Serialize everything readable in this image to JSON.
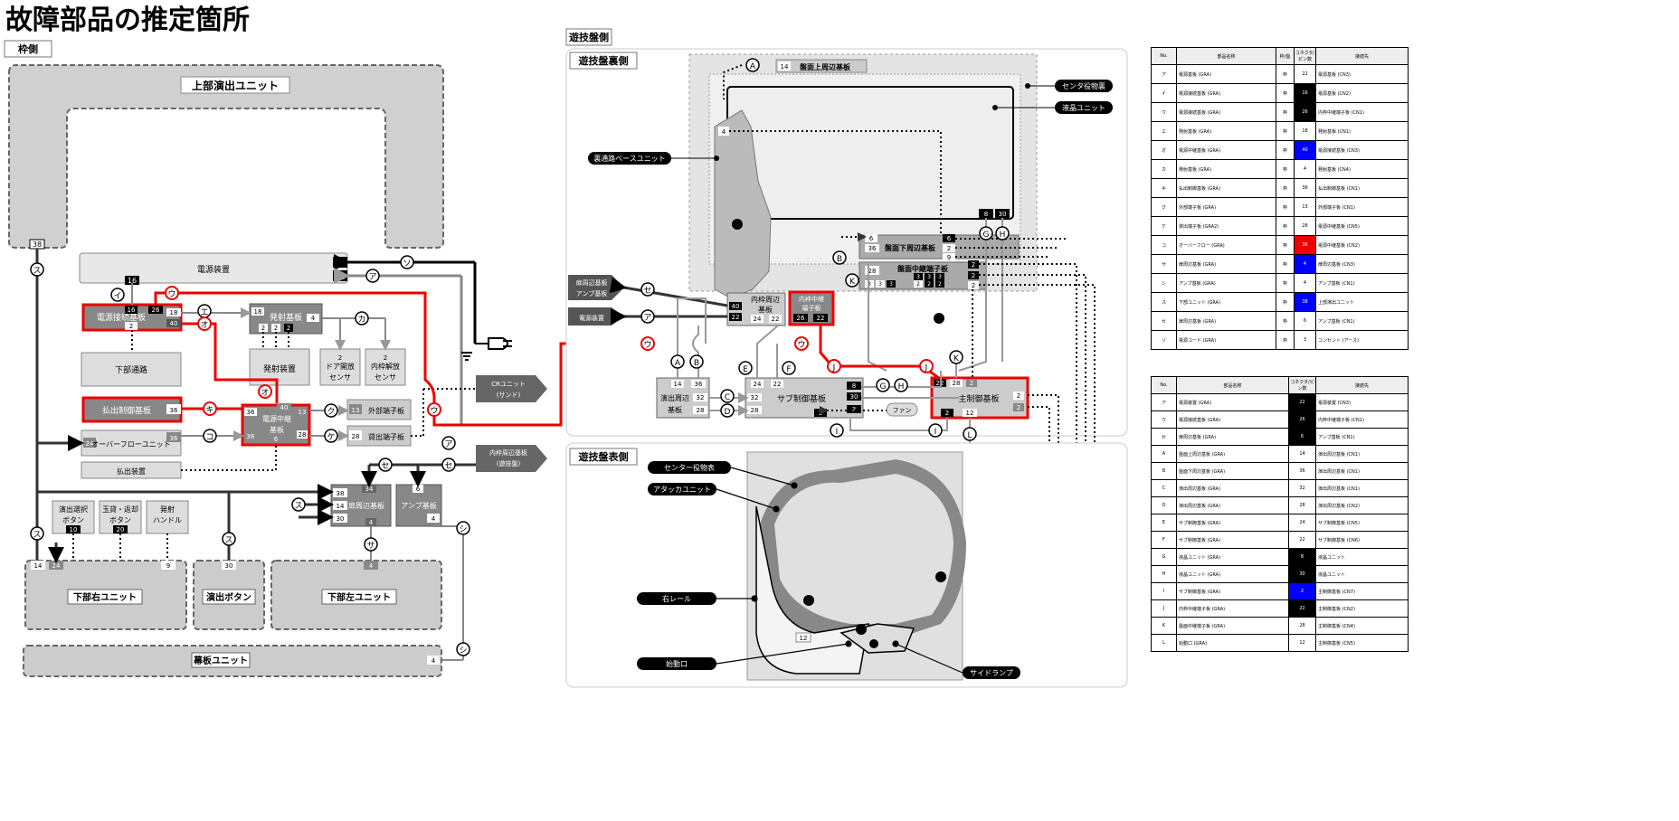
{
  "title": "故障部品の推定箇所",
  "sections": {
    "waku": "枠側",
    "yugiban": "遊技盤側",
    "ura": "遊技盤裏側",
    "omote": "遊技盤表側"
  },
  "units": {
    "top": "上部演出ユニット",
    "power": "電源装置",
    "pw_conn": "電源接続基板",
    "shoot": "発射基板",
    "shoot_dev": "発射装置",
    "door_sensor": "ドア開放センサ",
    "inner_sensor": "内枠開放センサ",
    "lower_path": "下部通路",
    "payout_ctrl": "払出制御基板",
    "pw_relay": "電源中継基板",
    "ext_term": "外部端子板",
    "lend_term": "貸出端子板",
    "overflow": "オーバーフローユニット",
    "payout_dev": "払出装置",
    "cr": "CRユニット(サンド)",
    "inner_periph": "内枠周辺基板(遊技盤)",
    "door_periph": "扉周辺基板",
    "amp": "アンプ基板",
    "sel_btn": "演出選択ボタン",
    "ball_btn": "玉貸・返却ボタン",
    "handle": "発射ハンドル",
    "lower_right": "下部右ユニット",
    "effect_btn": "演出ボタン",
    "lower_left": "下部左ユニット",
    "curtain": "幕板ユニット",
    "board_top": "盤面上周辺基板",
    "center_role": "センタ役物裏",
    "lcd": "液晶ユニット",
    "back_path": "裏通路ベースユニット",
    "door_amp": "扉周辺基板アンプ基板",
    "power2": "電源装置",
    "inner_board": "内枠周辺基板",
    "inner_relay": "内枠中継端子板",
    "board_lower": "盤面下周辺基板",
    "board_relay": "盤面中継端子板",
    "effect_periph": "演出周辺基板",
    "sub_ctrl": "サブ制御基板",
    "main_ctrl": "主制御基板",
    "fan": "ファン",
    "front_center": "センター役物表",
    "attacker": "アタッカユニット",
    "right_rail": "右レール",
    "start": "始動口",
    "side_lamp": "サイドランプ"
  },
  "pins": {
    "p38": "38",
    "p3": "3",
    "p22": "22",
    "p16a": "16",
    "p16b": "16",
    "p26": "26",
    "p18a": "18",
    "p40a": "40",
    "p2": "2",
    "p18b": "18",
    "p4": "4",
    "s1": "2",
    "s2": "2",
    "s3": "2",
    "s4": "2",
    "s5": "2",
    "p36a": "36",
    "p40b": "40",
    "p13a": "13",
    "p36b": "36",
    "p36c": "36",
    "p28": "28",
    "p6": "6",
    "p13b": "13",
    "p28b": "28",
    "p24": "24",
    "p36d": "36",
    "p34": "34",
    "p38b": "38",
    "p14": "14",
    "p30": "30",
    "p4b": "4",
    "p6b": "6",
    "p4c": "4",
    "p10": "10",
    "p20": "20",
    "p14b": "14",
    "p24b": "24",
    "p9": "9",
    "p30b": "30",
    "p4d": "4",
    "p4e": "4",
    "q14": "14",
    "q4": "4",
    "q8": "8",
    "q30": "30",
    "q6": "6",
    "q36": "36",
    "q2a": "2",
    "q9": "9",
    "q28": "28",
    "q3a": "3",
    "q3b": "3",
    "q3c": "3",
    "q2b": "2",
    "q2c": "2",
    "q2d": "2",
    "q40": "40",
    "q22": "22",
    "q24": "24",
    "q22b": "22",
    "q26": "26",
    "q22c": "22",
    "q14b": "14",
    "q36b": "36",
    "q32": "32",
    "q28b": "28",
    "q24b": "24",
    "q22d": "22",
    "q32b": "32",
    "q28c": "28",
    "q8b": "8",
    "q30b": "30",
    "q3d": "3",
    "q2e": "2",
    "q22e": "22",
    "q28d": "28",
    "q2f": "2",
    "q2g": "2",
    "q2h": "2",
    "q2i": "2",
    "q12": "12",
    "q12b": "12"
  },
  "labels": {
    "a": "ア",
    "i": "イ",
    "u": "ウ",
    "e": "エ",
    "o": "オ",
    "ka": "カ",
    "ki": "キ",
    "ku": "ク",
    "ke": "ケ",
    "ko": "コ",
    "sa": "サ",
    "shi": "シ",
    "su": "ス",
    "se": "セ",
    "so": "ソ",
    "A": "A",
    "B": "B",
    "C": "C",
    "D": "D",
    "E": "E",
    "F": "F",
    "G": "G",
    "H": "H",
    "I": "I",
    "J": "J",
    "K": "K",
    "L": "L"
  },
  "table1": {
    "headers": [
      "No.",
      "部品名称",
      "枠/盤",
      "コネクタ/ピン数",
      "接続先"
    ],
    "rows": [
      [
        "ア",
        "電源基板 (GRA)",
        "枠",
        "22",
        "電源基板 (CN3)"
      ],
      [
        "イ",
        "電源接続基板 (GRA)",
        "枠",
        "16",
        "電源基板 (CN2)"
      ],
      [
        "ウ",
        "電源接続基板 (GRA)",
        "枠",
        "26",
        "内枠中継端子板 (CN1)"
      ],
      [
        "エ",
        "発射基板 (GRA)",
        "枠",
        "18",
        "発射基板 (CN1)"
      ],
      [
        "オ",
        "電源中継基板 (GRA)",
        "枠",
        "40",
        "電源接続基板 (CN3)"
      ],
      [
        "カ",
        "発射基板 (GRA)",
        "枠",
        "4",
        "発射基板 (CN4)"
      ],
      [
        "キ",
        "払出制御基板 (GRA)",
        "枠",
        "36",
        "払出制御基板 (CN1)"
      ],
      [
        "ク",
        "外部端子板 (GRA)",
        "枠",
        "13",
        "外部端子板 (CN1)"
      ],
      [
        "ケ",
        "貸出端子板 (GRA2)",
        "枠",
        "28",
        "電源中継基板 (CN5)"
      ],
      [
        "コ",
        "オーバーフロー (GRA)",
        "枠",
        "36",
        "電源中継基板 (CN2)"
      ],
      [
        "サ",
        "扉周辺基板 (GRA)",
        "枠",
        "4",
        "扉周辺基板 (CN3)"
      ],
      [
        "シ",
        "アンプ基板 (GRA)",
        "枠",
        "4",
        "アンプ基板 (CN1)"
      ],
      [
        "ス",
        "下部ユニット (GRA)",
        "枠",
        "38",
        "上部演出ユニット"
      ],
      [
        "セ",
        "扉周辺基板 (GRA)",
        "枠",
        "6",
        "アンプ基板 (CN1)"
      ],
      [
        "ソ",
        "電源コード (GRA)",
        "枠",
        "3",
        "コンセント (アース)"
      ]
    ],
    "highlights": {
      "1": "blk",
      "2": "blk",
      "4": "blu",
      "9": "red",
      "10": "blu",
      "12": "blu"
    }
  },
  "table2": {
    "headers": [
      "No.",
      "部品名称",
      "コネクタ/ピン数",
      "接続先"
    ],
    "rows": [
      [
        "ア",
        "電源装置 (GRA)",
        "22",
        "電源装置 (CN3)"
      ],
      [
        "ウ",
        "電源接続基板 (GRA)",
        "26",
        "内枠中継端子板 (CN1)"
      ],
      [
        "セ",
        "扉周辺基板 (GRA)",
        "6",
        "アンプ基板 (CN1)"
      ],
      [
        "A",
        "盤面上周辺基板 (GRA)",
        "14",
        "演出周辺基板 (CN1)"
      ],
      [
        "B",
        "盤面下周辺基板 (GRA)",
        "36",
        "演出周辺基板 (CN1)"
      ],
      [
        "C",
        "演出周辺基板 (GRA)",
        "32",
        "演出周辺基板 (CN1)"
      ],
      [
        "D",
        "演出周辺基板 (GRA)",
        "28",
        "演出周辺基板 (CN2)"
      ],
      [
        "E",
        "サブ制御基板 (GRA)",
        "24",
        "サブ制御基板 (CN5)"
      ],
      [
        "F",
        "サブ制御基板 (GRA)",
        "22",
        "サブ制御基板 (CN6)"
      ],
      [
        "G",
        "液晶ユニット (GRA)",
        "8",
        "液晶ユニット"
      ],
      [
        "H",
        "液晶ユニット (GRA)",
        "30",
        "液晶ユニット"
      ],
      [
        "I",
        "サブ制御基板 (GRA)",
        "2",
        "主制御基板 (CN7)"
      ],
      [
        "J",
        "内枠中継端子板 (GRA)",
        "22",
        "主制御基板 (CN2)"
      ],
      [
        "K",
        "盤面中継端子板 (GRA)",
        "28",
        "主制御基板 (CN4)"
      ],
      [
        "L",
        "始動口 (GRA)",
        "12",
        "主制御基板 (CN5)"
      ]
    ],
    "highlights": {
      "0": "blk",
      "1": "blk",
      "2": "blk",
      "9": "blk",
      "10": "blk",
      "11": "blu",
      "12": "blk"
    }
  }
}
